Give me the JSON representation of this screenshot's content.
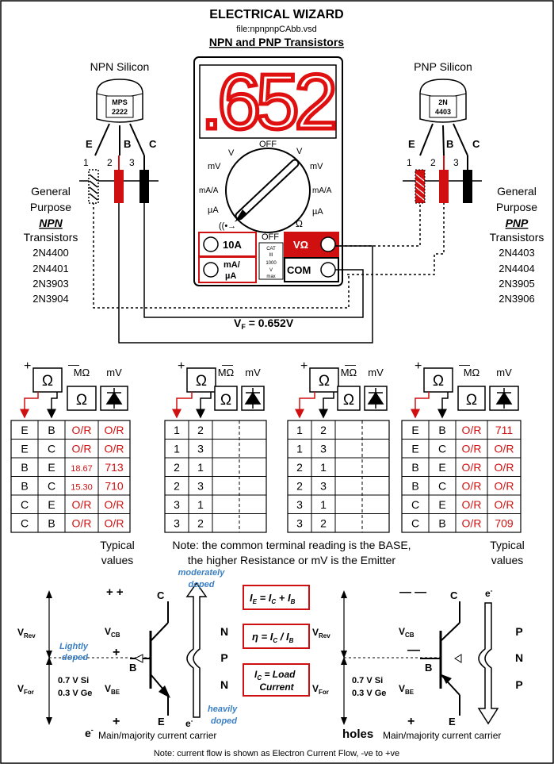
{
  "header": {
    "title": "ELECTRICAL WIZARD",
    "file": "file:npnpnpCAbb.vsd",
    "subtitle": "NPN and PNP Transistors"
  },
  "npn_side": {
    "heading": "NPN Silicon",
    "package": [
      "MPS",
      "2222"
    ],
    "pins": [
      "E",
      "B",
      "C"
    ],
    "pin_numbers": [
      "1",
      "2",
      "3"
    ],
    "desc": [
      "General",
      "Purpose"
    ],
    "type": "NPN",
    "word": "Transistors",
    "parts": [
      "2N4400",
      "2N4401",
      "2N3903",
      "2N3904"
    ]
  },
  "pnp_side": {
    "heading": "PNP Silicon",
    "package": [
      "2N",
      "4403"
    ],
    "pins": [
      "E",
      "B",
      "C"
    ],
    "pin_numbers": [
      "1",
      "2",
      "3"
    ],
    "desc": [
      "General",
      "Purpose"
    ],
    "type": "PNP",
    "word": "Transistors",
    "parts": [
      "2N4403",
      "2N4404",
      "2N3905",
      "2N3906"
    ]
  },
  "meter": {
    "reading": ".652",
    "off_top": "OFF",
    "off_side": "OFF",
    "dial": {
      "v_dc": "V",
      "mv_dc": "mV",
      "v_ac": "V",
      "mv_ac": "mV",
      "ma_dc": "mA/A",
      "ua_dc": "µA",
      "ma_ac": "mA/A",
      "ua_ac": "µA",
      "ohm": "Ω"
    },
    "jack_10a": "10A",
    "jack_ma": [
      "mA/",
      "µA"
    ],
    "jack_vohm": "VΩ",
    "jack_com": "COM",
    "cat": [
      "CAT",
      "III",
      "1000",
      "V",
      "max"
    ]
  },
  "vf_label": {
    "v": "V",
    "sub": "F",
    "rest": " = 0.652V"
  },
  "tables": {
    "units": {
      "mohm": "MΩ",
      "mv": "mV"
    },
    "symbols": {
      "ohm": "Ω",
      "plus": "+",
      "minus": "—"
    },
    "t1": [
      [
        "E",
        "B",
        "O/R",
        "O/R"
      ],
      [
        "E",
        "C",
        "O/R",
        "O/R"
      ],
      [
        "B",
        "E",
        "18.67",
        "713"
      ],
      [
        "B",
        "C",
        "15.30",
        "710"
      ],
      [
        "C",
        "E",
        "O/R",
        "O/R"
      ],
      [
        "C",
        "B",
        "O/R",
        "O/R"
      ]
    ],
    "t2": [
      [
        "1",
        "2",
        "",
        ""
      ],
      [
        "1",
        "3",
        "",
        ""
      ],
      [
        "2",
        "1",
        "",
        ""
      ],
      [
        "2",
        "3",
        "",
        ""
      ],
      [
        "3",
        "1",
        "",
        ""
      ],
      [
        "3",
        "2",
        "",
        ""
      ]
    ],
    "t3": [
      [
        "1",
        "2",
        "",
        ""
      ],
      [
        "1",
        "3",
        "",
        ""
      ],
      [
        "2",
        "1",
        "",
        ""
      ],
      [
        "2",
        "3",
        "",
        ""
      ],
      [
        "3",
        "1",
        "",
        ""
      ],
      [
        "3",
        "2",
        "",
        ""
      ]
    ],
    "t4": [
      [
        "E",
        "B",
        "O/R",
        "711"
      ],
      [
        "E",
        "C",
        "O/R",
        "O/R"
      ],
      [
        "B",
        "E",
        "O/R",
        "O/R"
      ],
      [
        "B",
        "C",
        "O/R",
        "O/R"
      ],
      [
        "C",
        "E",
        "O/R",
        "O/R"
      ],
      [
        "C",
        "B",
        "O/R",
        "709"
      ]
    ],
    "typical_left": [
      "Typical",
      "values"
    ],
    "typical_right": [
      "Typical",
      "values"
    ],
    "note": [
      "Note: the common terminal reading is the BASE,",
      "the higher Resistance or mV is the Emitter"
    ]
  },
  "bottom": {
    "plusplus": "+ +",
    "minusminus": "— —",
    "moderately": [
      "moderately",
      "doped"
    ],
    "lightly": [
      "Lightly",
      "doped"
    ],
    "heavily": [
      "heavily",
      "doped"
    ],
    "vrev": "V",
    "vrev_sub": "Rev",
    "vfor": "V",
    "vfor_sub": "For",
    "vcb": "V",
    "vcb_sub": "CB",
    "vbe": "V",
    "vbe_sub": "BE",
    "si": "0.7 V Si",
    "ge": "0.3 V Ge",
    "npn_letters": [
      "N",
      "P",
      "N"
    ],
    "pnp_letters": [
      "P",
      "N",
      "P"
    ],
    "c": "C",
    "b": "B",
    "e": "E",
    "eq1": {
      "a": "I",
      "as": "E",
      "b": " = I",
      "bs": "C",
      "c": " + I",
      "cs": "B"
    },
    "eq2": {
      "a": "η = I",
      "as": "C",
      "b": " / I",
      "bs": "B"
    },
    "eq3": {
      "a": "I",
      "as": "C",
      "b": " = Load",
      "c": "Current"
    },
    "carrier_left_sym": "e",
    "carrier_left_sup": "-",
    "carrier_left": "Main/majority current carrier",
    "carrier_right_sym": "holes",
    "carrier_right": "Main/majority current carrier",
    "footnote": "Note: current flow is shown as Electron Current Flow, -ve to +ve"
  }
}
